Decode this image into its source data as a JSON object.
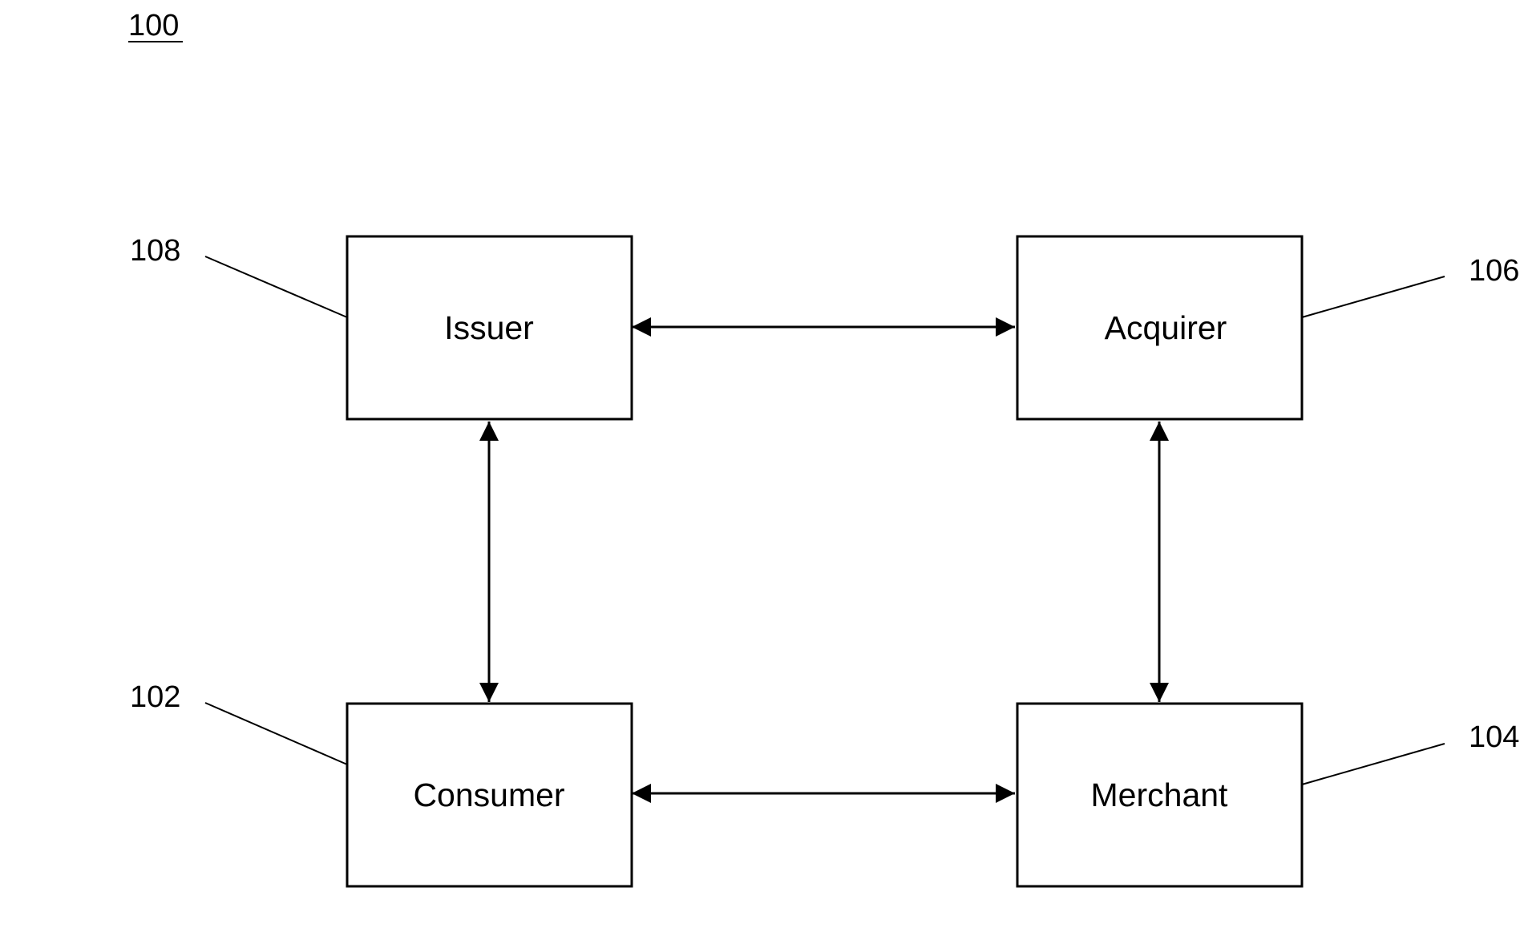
{
  "figure": {
    "ref_label": "100"
  },
  "nodes": {
    "issuer": {
      "label": "Issuer",
      "ref": "108"
    },
    "acquirer": {
      "label": "Acquirer",
      "ref": "106"
    },
    "consumer": {
      "label": "Consumer",
      "ref": "102"
    },
    "merchant": {
      "label": "Merchant",
      "ref": "104"
    }
  },
  "connections": [
    {
      "from": "issuer",
      "to": "acquirer",
      "direction": "bidirectional"
    },
    {
      "from": "issuer",
      "to": "consumer",
      "direction": "bidirectional"
    },
    {
      "from": "acquirer",
      "to": "merchant",
      "direction": "bidirectional"
    },
    {
      "from": "consumer",
      "to": "merchant",
      "direction": "bidirectional"
    }
  ],
  "colors": {
    "stroke": "#000000",
    "background": "#ffffff"
  }
}
